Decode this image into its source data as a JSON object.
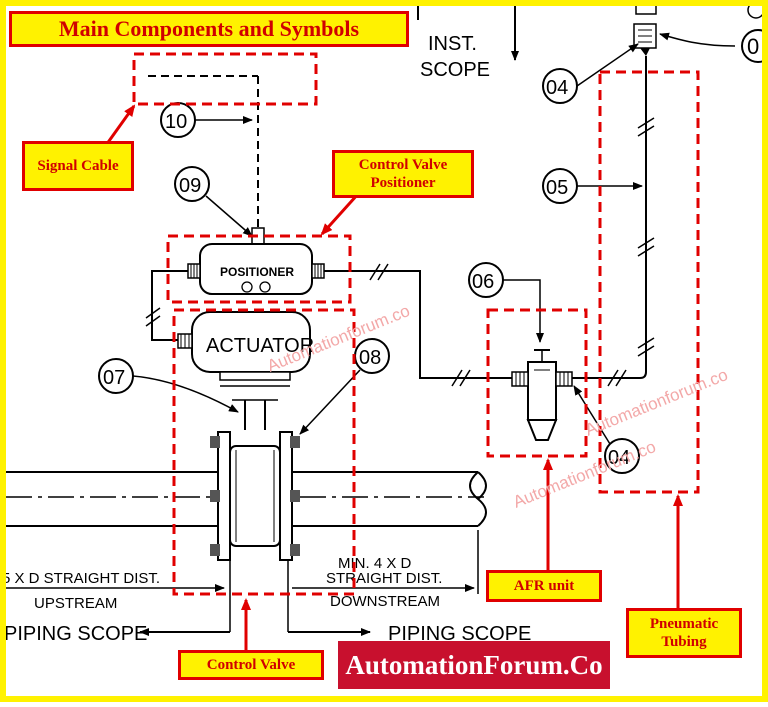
{
  "title": "Main Components and Symbols",
  "labels": {
    "signal_cable": "Signal Cable",
    "positioner_label": "Control Valve Positioner",
    "control_valve": "Control Valve",
    "afr_unit": "AFR unit",
    "pneumatic_tubing": "Pneumatic Tubing"
  },
  "drawing": {
    "inst_scope_1": "INST.",
    "inst_scope_2": "SCOPE",
    "positioner_text": "POSITIONER",
    "actuator_text": "ACTUATOR",
    "upstream_1": "5 X D STRAIGHT DIST.",
    "upstream_2": "UPSTREAM",
    "downstream_1": "MIN. 4 X D",
    "downstream_2": "STRAIGHT DIST.",
    "downstream_3": "DOWNSTREAM",
    "piping_scope_left": "PIPING SCOPE",
    "piping_scope_right": "PIPING SCOPE"
  },
  "callouts": [
    "10",
    "09",
    "07",
    "08",
    "04",
    "05",
    "06",
    "04",
    "0"
  ],
  "watermarks": [
    "Automationforum.co",
    "Automationforum.co",
    "Automationforum.co"
  ],
  "brand": "AutomationForum.Co",
  "colors": {
    "frame": "#fff200",
    "label_border": "#e00000",
    "label_text": "#d00000",
    "dash": "#e00000",
    "brand_bg": "#c8102e",
    "watermark": "#f3a8a8"
  }
}
